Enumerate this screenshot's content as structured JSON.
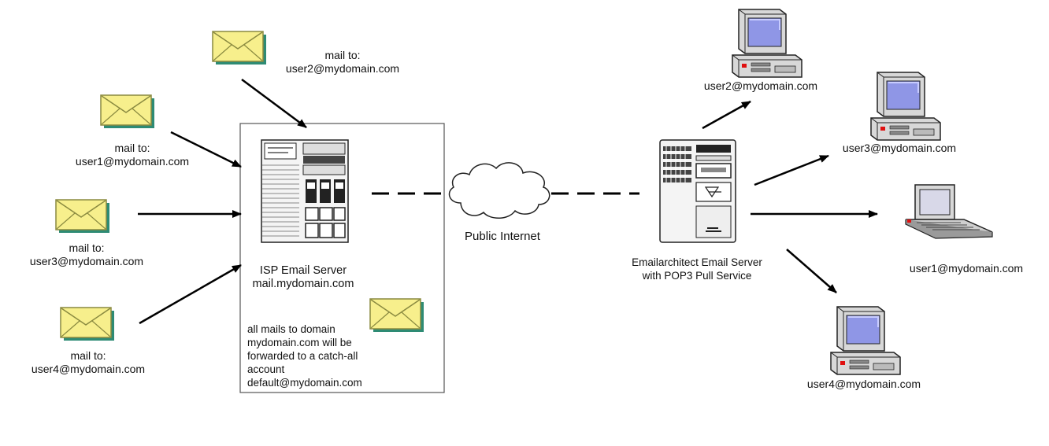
{
  "envelopes": [
    {
      "id": "env-user2",
      "to_label": "mail to:",
      "address": "user2@mydomain.com"
    },
    {
      "id": "env-user1",
      "to_label": "mail to:",
      "address": "user1@mydomain.com"
    },
    {
      "id": "env-user3",
      "to_label": "mail to:",
      "address": "user3@mydomain.com"
    },
    {
      "id": "env-user4",
      "to_label": "mail to:",
      "address": "user4@mydomain.com"
    }
  ],
  "isp_server": {
    "title": "ISP Email Server",
    "host": "mail.mydomain.com",
    "note_lines": [
      "all mails to domain",
      "mydomain.com will be",
      "forwarded to a catch-all",
      "account",
      "default@mydomain.com"
    ]
  },
  "internet": {
    "label": "Public Internet"
  },
  "ea_server": {
    "title": "Emailarchitect Email Server",
    "subtitle": "with POP3 Pull Service"
  },
  "clients": [
    {
      "id": "client-user2",
      "type": "desktop",
      "label": "user2@mydomain.com"
    },
    {
      "id": "client-user3",
      "type": "desktop",
      "label": "user3@mydomain.com"
    },
    {
      "id": "client-user1",
      "type": "laptop",
      "label": "user1@mydomain.com"
    },
    {
      "id": "client-user4",
      "type": "desktop",
      "label": "user4@mydomain.com"
    }
  ],
  "colors": {
    "envelope_fill": "#f7ef8c",
    "envelope_shadow": "#2e8b74",
    "monitor_screen": "#8f96e6",
    "line": "#000000"
  }
}
